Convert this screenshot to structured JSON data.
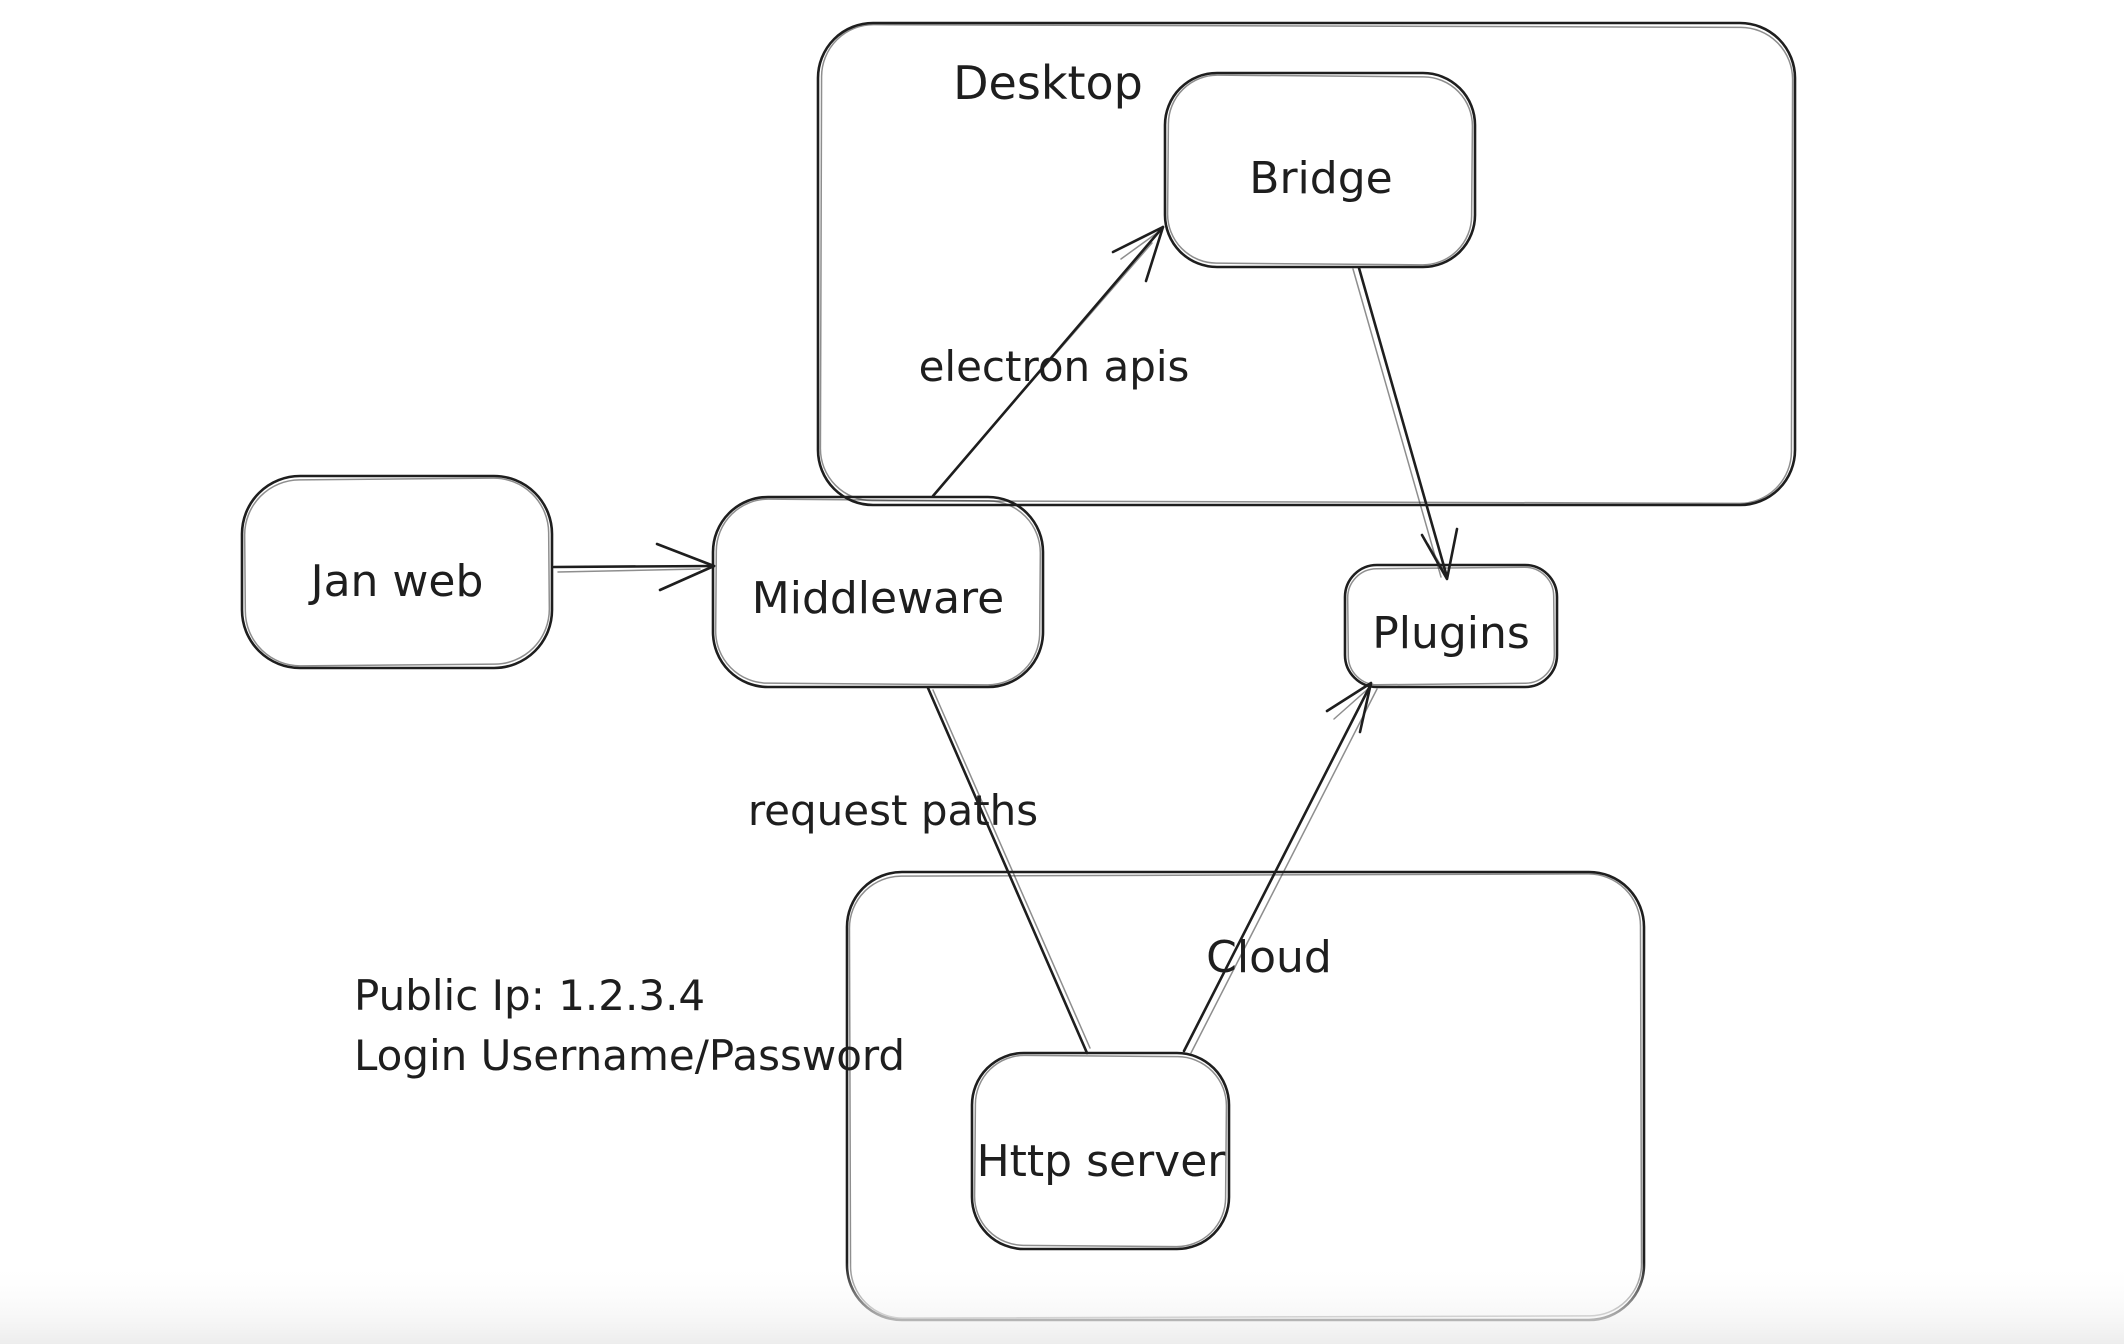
{
  "page": {
    "background_color": "#ffffff",
    "ink_color": "#1e1e1e",
    "bottom_fade_color": "#ededed"
  },
  "diagram": {
    "containers": {
      "desktop": {
        "label": "Desktop"
      },
      "cloud": {
        "label": "Cloud"
      }
    },
    "nodes": {
      "jan_web": {
        "label": "Jan web"
      },
      "middleware": {
        "label": "Middleware"
      },
      "bridge": {
        "label": "Bridge"
      },
      "plugins": {
        "label": "Plugins"
      },
      "http_server": {
        "label": "Http server"
      }
    },
    "edge_labels": {
      "electron_apis": "electron apis",
      "request_paths": "request paths"
    },
    "annotations": {
      "line1": "Public Ip: 1.2.3.4",
      "line2": "Login Username/Password"
    }
  }
}
